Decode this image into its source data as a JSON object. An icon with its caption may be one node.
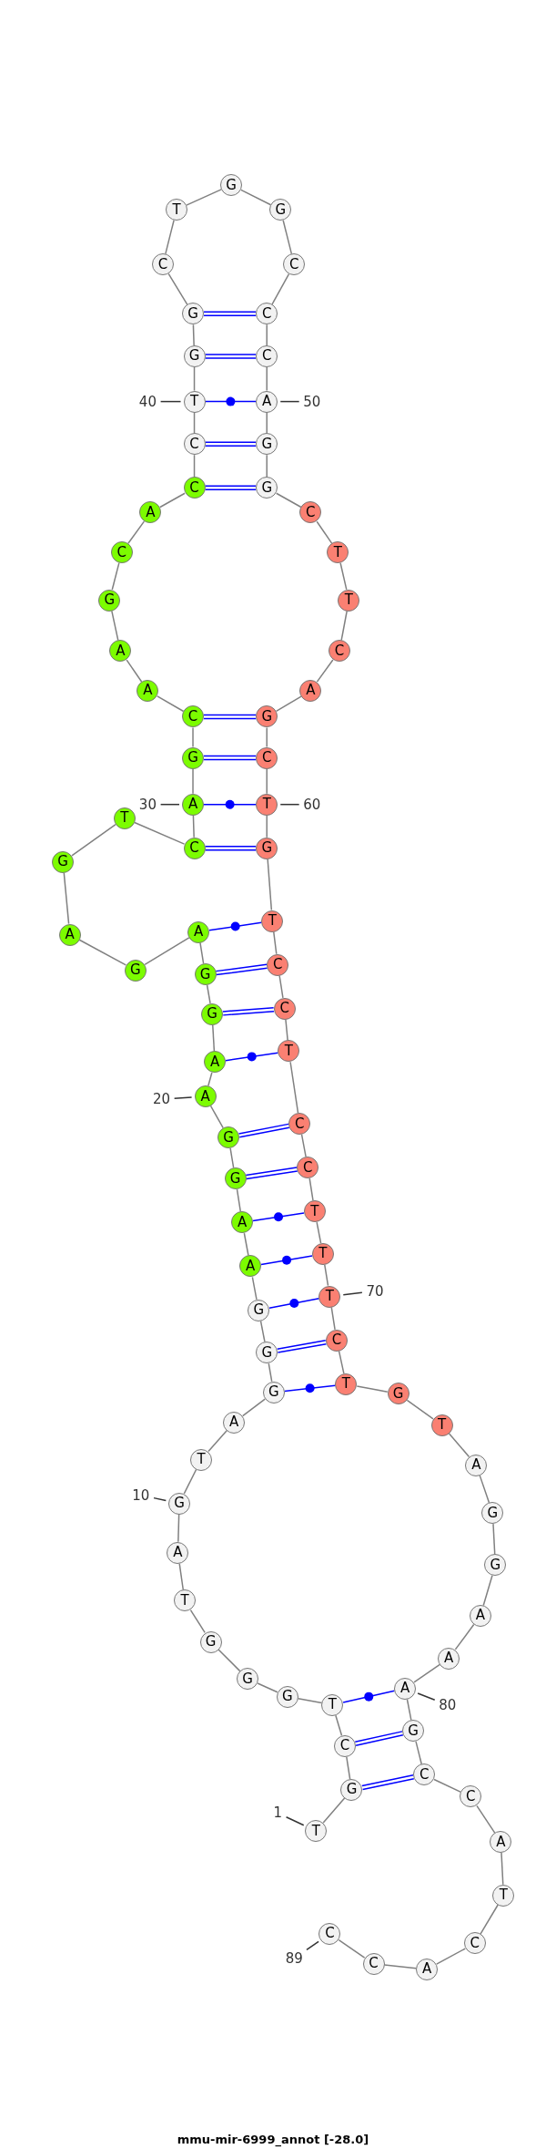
{
  "diagram": {
    "title": "mmu-mir-6999_annot [-28.0]",
    "nodes": [
      {
        "text": [
          "T"
        ]
      },
      {
        "text": [
          "G"
        ]
      },
      {
        "text": [
          "C"
        ]
      },
      {
        "text": [
          "T"
        ]
      },
      {
        "text": [
          "G"
        ]
      },
      {
        "text": [
          "G"
        ]
      },
      {
        "text": [
          "G"
        ]
      },
      {
        "text": [
          "T"
        ]
      },
      {
        "text": [
          "A"
        ]
      },
      {
        "text": [
          "G"
        ]
      },
      {
        "text": [
          "T"
        ]
      },
      {
        "text": [
          "A"
        ]
      },
      {
        "text": [
          "G"
        ]
      },
      {
        "text": [
          "G"
        ]
      },
      {
        "text": [
          "G"
        ]
      },
      {
        "text": [
          "A"
        ]
      },
      {
        "text": [
          "A"
        ]
      },
      {
        "text": [
          "G"
        ]
      },
      {
        "text": [
          "G"
        ]
      },
      {
        "text": [
          "A"
        ]
      },
      {
        "text": [
          "A"
        ]
      },
      {
        "text": [
          "G"
        ]
      },
      {
        "text": [
          "G"
        ]
      },
      {
        "text": [
          "A"
        ]
      },
      {
        "text": [
          "G"
        ]
      },
      {
        "text": [
          "A"
        ]
      },
      {
        "text": [
          "G"
        ]
      },
      {
        "text": [
          "T"
        ]
      },
      {
        "text": [
          "C"
        ]
      },
      {
        "text": [
          "A"
        ]
      },
      {
        "text": [
          "G"
        ]
      },
      {
        "text": [
          "C"
        ]
      },
      {
        "text": [
          "A"
        ]
      },
      {
        "text": [
          "A"
        ]
      },
      {
        "text": [
          "G"
        ]
      },
      {
        "text": [
          "C"
        ]
      },
      {
        "text": [
          "A"
        ]
      },
      {
        "text": [
          "C"
        ]
      },
      {
        "text": [
          "C"
        ]
      },
      {
        "text": [
          "T"
        ]
      },
      {
        "text": [
          "G"
        ]
      },
      {
        "text": [
          "G"
        ]
      },
      {
        "text": [
          "C"
        ]
      },
      {
        "text": [
          "T"
        ]
      },
      {
        "text": [
          "G"
        ]
      },
      {
        "text": [
          "G"
        ]
      },
      {
        "text": [
          "C"
        ]
      },
      {
        "text": [
          "C"
        ]
      },
      {
        "text": [
          "C"
        ]
      },
      {
        "text": [
          "A"
        ]
      },
      {
        "text": [
          "G"
        ]
      },
      {
        "text": [
          "G"
        ]
      },
      {
        "text": [
          "C"
        ]
      },
      {
        "text": [
          "T"
        ]
      },
      {
        "text": [
          "T"
        ]
      },
      {
        "text": [
          "C"
        ]
      },
      {
        "text": [
          "A"
        ]
      },
      {
        "text": [
          "G"
        ]
      },
      {
        "text": [
          "C"
        ]
      },
      {
        "text": [
          "T"
        ]
      },
      {
        "text": [
          "G"
        ]
      },
      {
        "text": [
          "T"
        ]
      },
      {
        "text": [
          "C"
        ]
      },
      {
        "text": [
          "C"
        ]
      },
      {
        "text": [
          "T"
        ]
      },
      {
        "text": [
          "C"
        ]
      },
      {
        "text": [
          "C"
        ]
      },
      {
        "text": [
          "T"
        ]
      },
      {
        "text": [
          "T"
        ]
      },
      {
        "text": [
          "T"
        ]
      },
      {
        "text": [
          "C"
        ]
      },
      {
        "text": [
          "T"
        ]
      },
      {
        "text": [
          "G"
        ]
      },
      {
        "text": [
          "T"
        ]
      },
      {
        "text": [
          "A"
        ]
      },
      {
        "text": [
          "G"
        ]
      },
      {
        "text": [
          "G"
        ]
      },
      {
        "text": [
          "A"
        ]
      },
      {
        "text": [
          "A"
        ]
      },
      {
        "text": [
          "A"
        ]
      },
      {
        "text": [
          "G"
        ]
      },
      {
        "text": [
          "C"
        ]
      },
      {
        "text": [
          "C"
        ]
      },
      {
        "text": [
          "A"
        ]
      },
      {
        "text": [
          "T"
        ]
      },
      {
        "text": [
          "C"
        ]
      },
      {
        "text": [
          "A"
        ]
      },
      {
        "text": [
          "C"
        ]
      },
      {
        "text": [
          "C"
        ]
      },
      {
        "text": [
          "1"
        ]
      },
      {
        "text": [
          "10"
        ]
      },
      {
        "text": [
          "20"
        ]
      },
      {
        "text": [
          "30"
        ]
      },
      {
        "text": [
          "40"
        ]
      },
      {
        "text": [
          "50"
        ]
      },
      {
        "text": [
          "60"
        ]
      },
      {
        "text": [
          "70"
        ]
      },
      {
        "text": [
          "80"
        ]
      },
      {
        "text": [
          "89"
        ]
      }
    ],
    "edges": [
      {
        "from": 0,
        "to": 1,
        "arrow": "none"
      },
      {
        "from": 1,
        "to": 2,
        "arrow": "none"
      },
      {
        "from": 2,
        "to": 3,
        "arrow": "none"
      },
      {
        "from": 3,
        "to": 4,
        "arrow": "none"
      },
      {
        "from": 4,
        "to": 5,
        "arrow": "none"
      },
      {
        "from": 5,
        "to": 6,
        "arrow": "none"
      },
      {
        "from": 6,
        "to": 7,
        "arrow": "none"
      },
      {
        "from": 7,
        "to": 8,
        "arrow": "none"
      },
      {
        "from": 8,
        "to": 9,
        "arrow": "none"
      },
      {
        "from": 9,
        "to": 10,
        "arrow": "none"
      },
      {
        "from": 10,
        "to": 11,
        "arrow": "none"
      },
      {
        "from": 11,
        "to": 12,
        "arrow": "none"
      },
      {
        "from": 12,
        "to": 13,
        "arrow": "none"
      },
      {
        "from": 13,
        "to": 14,
        "arrow": "none"
      },
      {
        "from": 14,
        "to": 15,
        "arrow": "none"
      },
      {
        "from": 15,
        "to": 16,
        "arrow": "none"
      },
      {
        "from": 16,
        "to": 17,
        "arrow": "none"
      },
      {
        "from": 17,
        "to": 18,
        "arrow": "none"
      },
      {
        "from": 18,
        "to": 19,
        "arrow": "none"
      },
      {
        "from": 19,
        "to": 20,
        "arrow": "none"
      },
      {
        "from": 20,
        "to": 21,
        "arrow": "none"
      },
      {
        "from": 21,
        "to": 22,
        "arrow": "none"
      },
      {
        "from": 22,
        "to": 23,
        "arrow": "none"
      },
      {
        "from": 23,
        "to": 24,
        "arrow": "none"
      },
      {
        "from": 24,
        "to": 25,
        "arrow": "none"
      },
      {
        "from": 25,
        "to": 26,
        "arrow": "none"
      },
      {
        "from": 26,
        "to": 27,
        "arrow": "none"
      },
      {
        "from": 27,
        "to": 28,
        "arrow": "none"
      },
      {
        "from": 28,
        "to": 29,
        "arrow": "none"
      },
      {
        "from": 29,
        "to": 30,
        "arrow": "none"
      },
      {
        "from": 30,
        "to": 31,
        "arrow": "none"
      },
      {
        "from": 31,
        "to": 32,
        "arrow": "none"
      },
      {
        "from": 32,
        "to": 33,
        "arrow": "none"
      },
      {
        "from": 33,
        "to": 34,
        "arrow": "none"
      },
      {
        "from": 34,
        "to": 35,
        "arrow": "none"
      },
      {
        "from": 35,
        "to": 36,
        "arrow": "none"
      },
      {
        "from": 36,
        "to": 37,
        "arrow": "none"
      },
      {
        "from": 37,
        "to": 38,
        "arrow": "none"
      },
      {
        "from": 38,
        "to": 39,
        "arrow": "none"
      },
      {
        "from": 39,
        "to": 40,
        "arrow": "none"
      },
      {
        "from": 40,
        "to": 41,
        "arrow": "none"
      },
      {
        "from": 41,
        "to": 42,
        "arrow": "none"
      },
      {
        "from": 42,
        "to": 43,
        "arrow": "none"
      },
      {
        "from": 43,
        "to": 44,
        "arrow": "none"
      },
      {
        "from": 44,
        "to": 45,
        "arrow": "none"
      },
      {
        "from": 45,
        "to": 46,
        "arrow": "none"
      },
      {
        "from": 46,
        "to": 47,
        "arrow": "none"
      },
      {
        "from": 47,
        "to": 48,
        "arrow": "none"
      },
      {
        "from": 48,
        "to": 49,
        "arrow": "none"
      },
      {
        "from": 49,
        "to": 50,
        "arrow": "none"
      },
      {
        "from": 50,
        "to": 51,
        "arrow": "none"
      },
      {
        "from": 51,
        "to": 52,
        "arrow": "none"
      },
      {
        "from": 52,
        "to": 53,
        "arrow": "none"
      },
      {
        "from": 53,
        "to": 54,
        "arrow": "none"
      },
      {
        "from": 54,
        "to": 55,
        "arrow": "none"
      },
      {
        "from": 55,
        "to": 56,
        "arrow": "none"
      },
      {
        "from": 56,
        "to": 57,
        "arrow": "none"
      },
      {
        "from": 57,
        "to": 58,
        "arrow": "none"
      },
      {
        "from": 58,
        "to": 59,
        "arrow": "none"
      },
      {
        "from": 59,
        "to": 60,
        "arrow": "none"
      },
      {
        "from": 60,
        "to": 61,
        "arrow": "none"
      },
      {
        "from": 61,
        "to": 62,
        "arrow": "none"
      },
      {
        "from": 62,
        "to": 63,
        "arrow": "none"
      },
      {
        "from": 63,
        "to": 64,
        "arrow": "none"
      },
      {
        "from": 64,
        "to": 65,
        "arrow": "none"
      },
      {
        "from": 65,
        "to": 66,
        "arrow": "none"
      },
      {
        "from": 66,
        "to": 67,
        "arrow": "none"
      },
      {
        "from": 67,
        "to": 68,
        "arrow": "none"
      },
      {
        "from": 68,
        "to": 69,
        "arrow": "none"
      },
      {
        "from": 69,
        "to": 70,
        "arrow": "none"
      },
      {
        "from": 70,
        "to": 71,
        "arrow": "none"
      },
      {
        "from": 71,
        "to": 72,
        "arrow": "none"
      },
      {
        "from": 72,
        "to": 73,
        "arrow": "none"
      },
      {
        "from": 73,
        "to": 74,
        "arrow": "none"
      },
      {
        "from": 74,
        "to": 75,
        "arrow": "none"
      },
      {
        "from": 75,
        "to": 76,
        "arrow": "none"
      },
      {
        "from": 76,
        "to": 77,
        "arrow": "none"
      },
      {
        "from": 77,
        "to": 78,
        "arrow": "none"
      },
      {
        "from": 78,
        "to": 79,
        "arrow": "none"
      },
      {
        "from": 79,
        "to": 80,
        "arrow": "none"
      },
      {
        "from": 80,
        "to": 81,
        "arrow": "none"
      },
      {
        "from": 81,
        "to": 82,
        "arrow": "none"
      },
      {
        "from": 82,
        "to": 83,
        "arrow": "none"
      },
      {
        "from": 83,
        "to": 84,
        "arrow": "none"
      },
      {
        "from": 84,
        "to": 85,
        "arrow": "none"
      },
      {
        "from": 85,
        "to": 86,
        "arrow": "none"
      },
      {
        "from": 86,
        "to": 87,
        "arrow": "none"
      },
      {
        "from": 87,
        "to": 88,
        "arrow": "none"
      },
      {
        "from": 1,
        "to": 81,
        "arrow": "none",
        "color": "#0000ff"
      },
      {
        "from": 2,
        "to": 80,
        "arrow": "none",
        "color": "#0000ff"
      },
      {
        "from": 3,
        "to": 79,
        "arrow": "none",
        "color": "#0000ff"
      },
      {
        "from": 12,
        "to": 71,
        "arrow": "none",
        "color": "#0000ff"
      },
      {
        "from": 13,
        "to": 70,
        "arrow": "none",
        "color": "#0000ff"
      },
      {
        "from": 14,
        "to": 69,
        "arrow": "none",
        "color": "#0000ff"
      },
      {
        "from": 15,
        "to": 68,
        "arrow": "none",
        "color": "#0000ff"
      },
      {
        "from": 16,
        "to": 67,
        "arrow": "none",
        "color": "#0000ff"
      },
      {
        "from": 17,
        "to": 66,
        "arrow": "none",
        "color": "#0000ff"
      },
      {
        "from": 18,
        "to": 65,
        "arrow": "none",
        "color": "#0000ff"
      },
      {
        "from": 20,
        "to": 64,
        "arrow": "none",
        "color": "#0000ff"
      },
      {
        "from": 21,
        "to": 63,
        "arrow": "none",
        "color": "#0000ff"
      },
      {
        "from": 22,
        "to": 62,
        "arrow": "none",
        "color": "#0000ff"
      },
      {
        "from": 23,
        "to": 61,
        "arrow": "none",
        "color": "#0000ff"
      },
      {
        "from": 28,
        "to": 60,
        "arrow": "none",
        "color": "#0000ff"
      },
      {
        "from": 29,
        "to": 59,
        "arrow": "none",
        "color": "#0000ff"
      },
      {
        "from": 30,
        "to": 58,
        "arrow": "none",
        "color": "#0000ff"
      },
      {
        "from": 31,
        "to": 57,
        "arrow": "none",
        "color": "#0000ff"
      },
      {
        "from": 37,
        "to": 51,
        "arrow": "none",
        "color": "#0000ff"
      },
      {
        "from": 38,
        "to": 50,
        "arrow": "none",
        "color": "#0000ff"
      },
      {
        "from": 39,
        "to": 49,
        "arrow": "none",
        "color": "#0000ff"
      },
      {
        "from": 40,
        "to": 48,
        "arrow": "none",
        "color": "#0000ff"
      },
      {
        "from": 41,
        "to": 47,
        "arrow": "none",
        "color": "#0000ff"
      },
      {
        "from": 89,
        "to": 0,
        "arrow": "none",
        "color": "#333333"
      },
      {
        "from": 90,
        "to": 9,
        "arrow": "none",
        "color": "#333333"
      },
      {
        "from": 91,
        "to": 19,
        "arrow": "none",
        "color": "#333333"
      },
      {
        "from": 92,
        "to": 29,
        "arrow": "none",
        "color": "#333333"
      },
      {
        "from": 93,
        "to": 39,
        "arrow": "none",
        "color": "#333333"
      },
      {
        "from": 94,
        "to": 49,
        "arrow": "none",
        "color": "#333333"
      },
      {
        "from": 95,
        "to": 59,
        "arrow": "none",
        "color": "#333333"
      },
      {
        "from": 96,
        "to": 69,
        "arrow": "none",
        "color": "#333333"
      },
      {
        "from": 97,
        "to": 79,
        "arrow": "none",
        "color": "#333333"
      },
      {
        "from": 98,
        "to": 88,
        "arrow": "none",
        "color": "#333333"
      }
    ]
  }
}
